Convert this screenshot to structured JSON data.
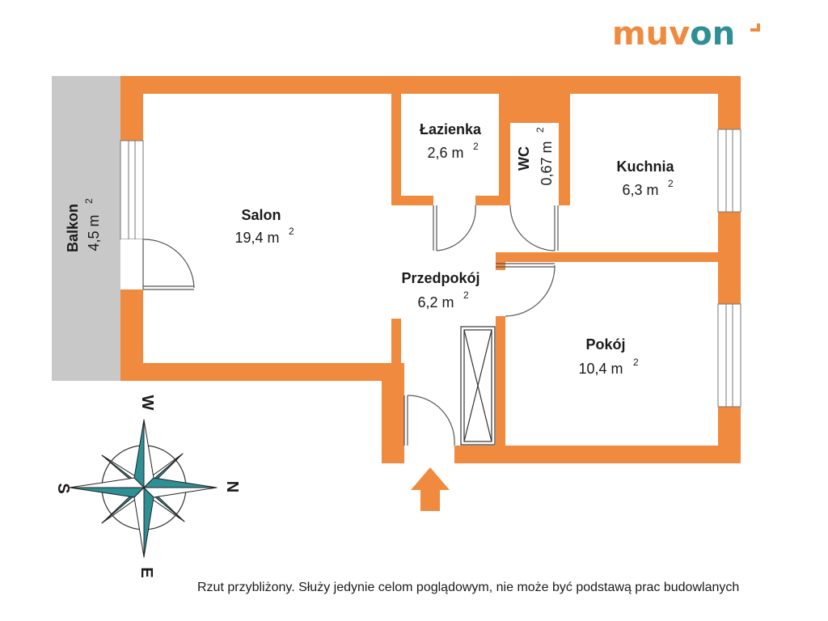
{
  "brand": {
    "name_part1": "muv",
    "name_part2": "on",
    "colors": {
      "orange": "#ef8a3f",
      "teal": "#2e8f94",
      "wall": "#ef8a3f",
      "balcony": "#c8c8c8"
    }
  },
  "rooms": {
    "balkon": {
      "name": "Balkon",
      "area": "4,5 m",
      "sup": "2"
    },
    "salon": {
      "name": "Salon",
      "area": "19,4 m",
      "sup": "2"
    },
    "lazienka": {
      "name": "Łazienka",
      "area": "2,6 m",
      "sup": "2"
    },
    "wc": {
      "name": "WC",
      "area": "0,67 m",
      "sup": "2"
    },
    "kuchnia": {
      "name": "Kuchnia",
      "area": "6,3 m",
      "sup": "2"
    },
    "przedpokoj": {
      "name": "Przedpokój",
      "area": "6,2 m",
      "sup": "2"
    },
    "pokoj": {
      "name": "Pokój",
      "area": "10,4 m",
      "sup": "2"
    }
  },
  "compass": {
    "north": "N",
    "south": "S",
    "east": "E",
    "west": "W",
    "color": "#2e8f94"
  },
  "entrance_arrow_color": "#ef8a3f",
  "disclaimer": "Rzut przybliżony. Służy jedynie celom poglądowym, nie może być podstawą prac budowlanych"
}
